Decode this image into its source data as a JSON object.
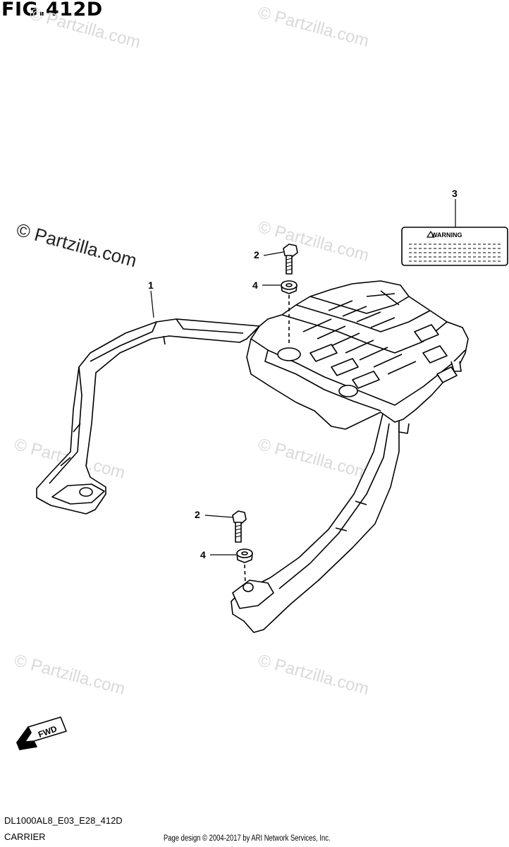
{
  "figure": {
    "title": "FIG.412D",
    "model_code": "DL1000AL8_E03_E28_412D",
    "section": "CARRIER",
    "credit": "Page design © 2004-2017 by ARI Network Services, Inc."
  },
  "watermark": {
    "text": "© Partzilla.com"
  },
  "callouts": [
    {
      "id": "1",
      "part": "carrier"
    },
    {
      "id": "2",
      "part": "bolt"
    },
    {
      "id": "3",
      "part": "warning-label"
    },
    {
      "id": "4",
      "part": "washer"
    },
    {
      "id": "2",
      "part": "bolt"
    },
    {
      "id": "4",
      "part": "washer"
    }
  ],
  "label": {
    "warning_text": "WARNING"
  },
  "fwd": {
    "text": "FWD"
  }
}
